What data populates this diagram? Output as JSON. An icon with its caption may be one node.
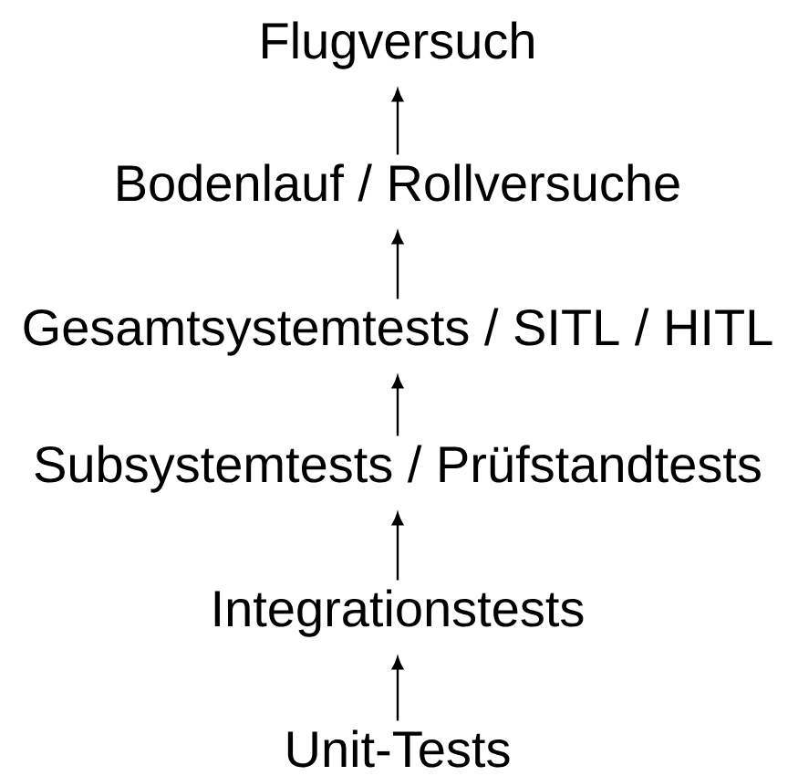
{
  "diagram": {
    "nodes": [
      {
        "text": [
          "Flugversuch"
        ]
      },
      {
        "text": [
          "Bodenlauf / Rollversuche"
        ]
      },
      {
        "text": [
          "Gesamtsystemtests / SITL / HITL"
        ]
      },
      {
        "text": [
          "Subsystemtests / Prüfstandtests"
        ]
      },
      {
        "text": [
          "Integrationstests"
        ]
      },
      {
        "text": [
          "Unit-Tests"
        ]
      }
    ],
    "edges": [
      {
        "from": 5,
        "to": 4,
        "arrow": "to"
      },
      {
        "from": 4,
        "to": 3,
        "arrow": "to"
      },
      {
        "from": 3,
        "to": 2,
        "arrow": "to"
      },
      {
        "from": 2,
        "to": 1,
        "arrow": "to"
      },
      {
        "from": 1,
        "to": 0,
        "arrow": "to"
      }
    ]
  }
}
